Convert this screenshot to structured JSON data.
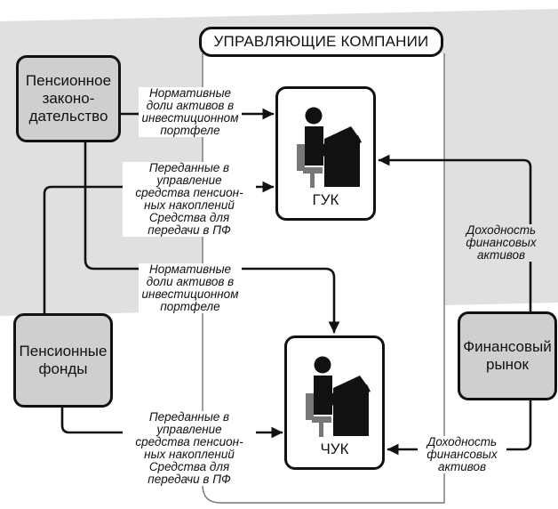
{
  "diagram": {
    "title": "УПРАВЛЯЮЩИЕ КОМПАНИИ",
    "nodes": {
      "legislation": "Пенсионное\nзаконо-\nдательство",
      "funds": "Пенсионные\nфонды",
      "market": "Финансовый\nрынок",
      "guk": "ГУК",
      "chuk": "ЧУК"
    },
    "edges": {
      "legislation_to_guk": "Нормативные\nдоли активов в\nинвестиционном\nпортфеле",
      "funds_to_guk": "Переданные в\nуправление\nсредства пенсион-\nных накоплений\nСредства для\nпередачи в ПФ",
      "legislation_to_chuk": "Нормативные\nдоли активов в\nинвестиционном\nпортфеле",
      "funds_to_chuk": "Переданные в\nуправление\nсредства пенсион-\nных накоплений\nСредства для\nпередачи в ПФ",
      "market_to_guk": "Доходность\nфинансовых\nактивов",
      "market_to_chuk": "Доходность\nфинансовых\nактивов"
    },
    "colors": {
      "background_band": "#e0e0e0",
      "node_fill": "#cfcfcf",
      "line": "#111111"
    },
    "icons": [
      "person-at-computer-icon",
      "person-at-computer-icon"
    ]
  }
}
